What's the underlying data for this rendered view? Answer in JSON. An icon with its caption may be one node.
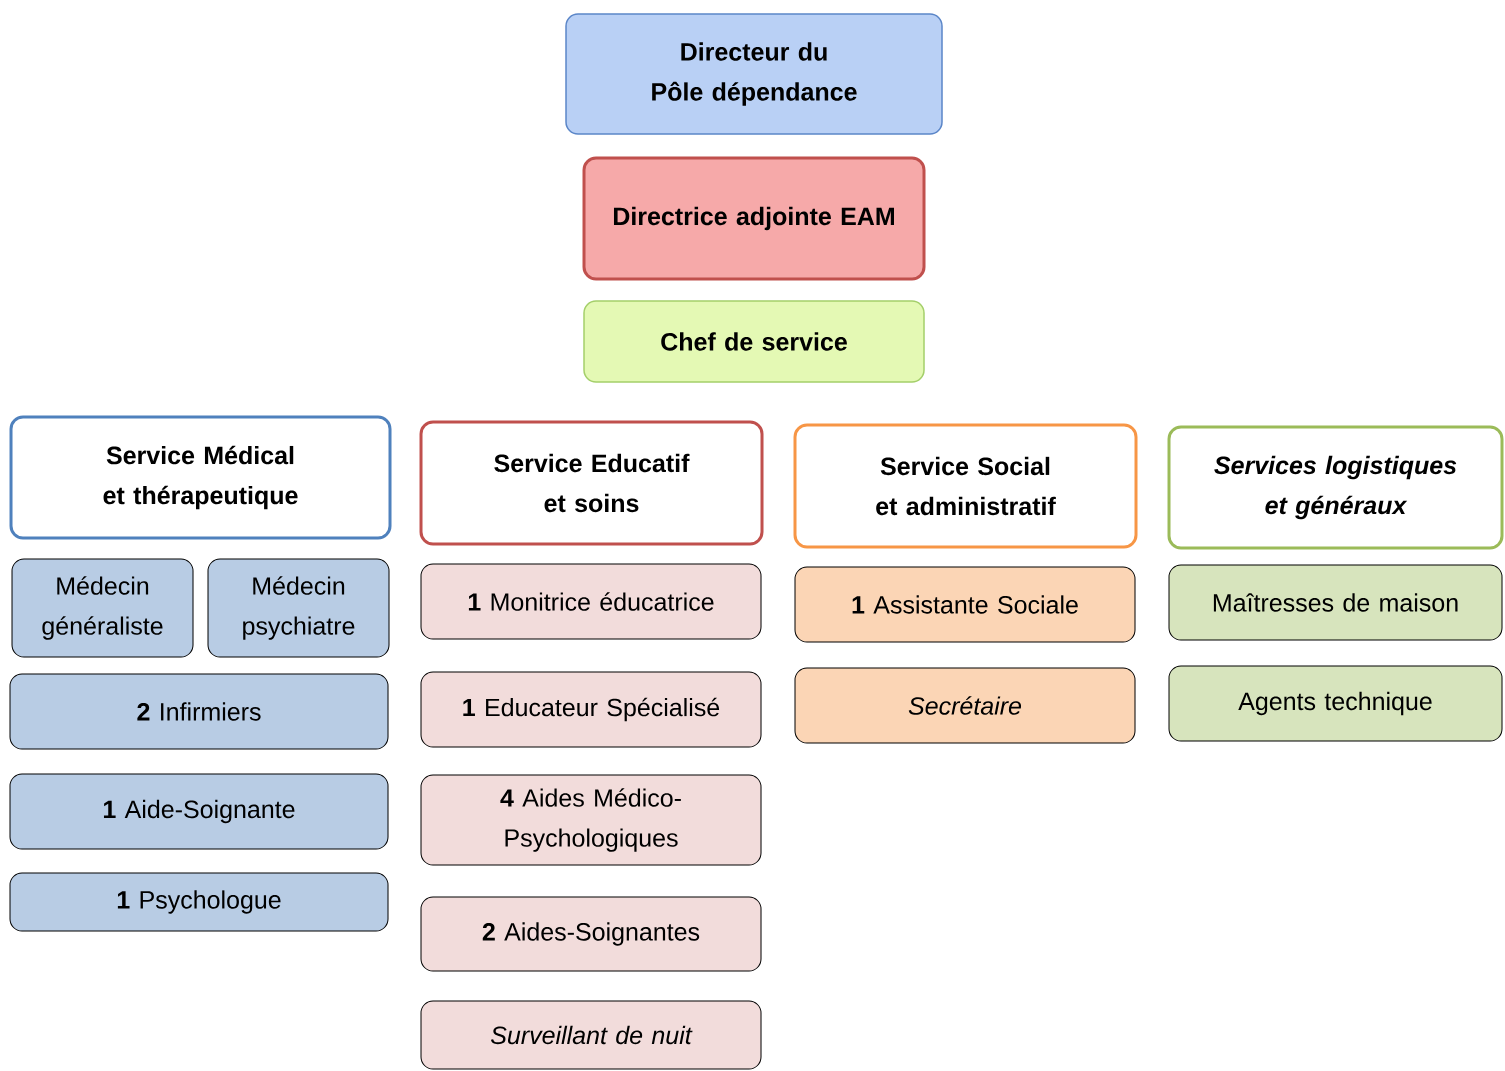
{
  "diagram": {
    "nodes": [
      {
        "text": [
          "Directeur du Pôle dépendance"
        ]
      },
      {
        "text": [
          "Directrice adjointe EAM"
        ]
      },
      {
        "text": [
          "Chef de service"
        ]
      },
      {
        "text": [
          "Service Médical et thérapeutique"
        ]
      },
      {
        "text": [
          "Service Educatif et soins"
        ]
      },
      {
        "text": [
          "Service Social et administratif"
        ]
      },
      {
        "text": [
          "Services logistiques et généraux"
        ]
      },
      {
        "text": [
          "Médecin généraliste"
        ]
      },
      {
        "text": [
          "Médecin psychiatre"
        ]
      },
      {
        "text": [
          "**2** Infirmiers"
        ]
      },
      {
        "text": [
          "**1** Aide-Soignante"
        ]
      },
      {
        "text": [
          "**1** Psychologue"
        ]
      },
      {
        "text": [
          "**1** Monitrice éducatrice"
        ]
      },
      {
        "text": [
          "**1** Educateur Spécialisé"
        ]
      },
      {
        "text": [
          "**4** Aides Médico-Psychologiques"
        ]
      },
      {
        "text": [
          "**2** Aides-Soignantes"
        ]
      },
      {
        "text": [
          "Surveillant de nuit"
        ]
      },
      {
        "text": [
          "**1** Assistante Sociale"
        ]
      },
      {
        "text": [
          "Secrétaire"
        ]
      },
      {
        "text": [
          "Maîtresses de maison"
        ]
      },
      {
        "text": [
          "Agents technique"
        ]
      }
    ]
  }
}
